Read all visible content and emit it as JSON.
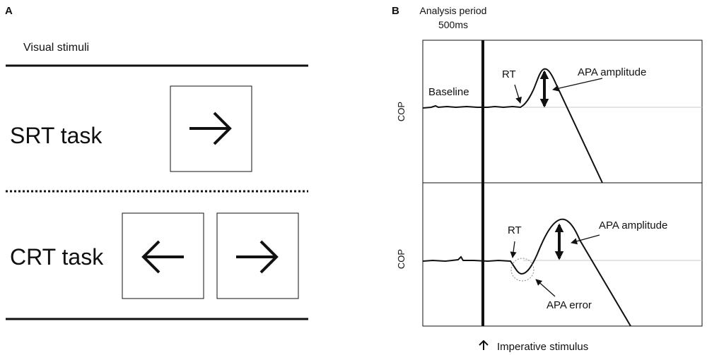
{
  "panel_a": {
    "letter": "A",
    "header": "Visual stimuli",
    "srt_label": "SRT task",
    "crt_label": "CRT task",
    "srt_icons": [
      "arrow-right-icon"
    ],
    "crt_icons": [
      "arrow-left-icon",
      "arrow-right-icon"
    ]
  },
  "panel_b": {
    "letter": "B",
    "analysis_period_line1": "Analysis period",
    "analysis_period_line2": "500ms",
    "top_trace": {
      "ylabel": "COP",
      "baseline_label": "Baseline",
      "rt_label": "RT",
      "apa_amplitude_label": "APA amplitude"
    },
    "bottom_trace": {
      "ylabel": "COP",
      "rt_label": "RT",
      "apa_amplitude_label": "APA amplitude",
      "apa_error_label": "APA error"
    },
    "stimulus_arrow_icon": "arrow-up-icon",
    "stimulus_label": "Imperative stimulus"
  }
}
